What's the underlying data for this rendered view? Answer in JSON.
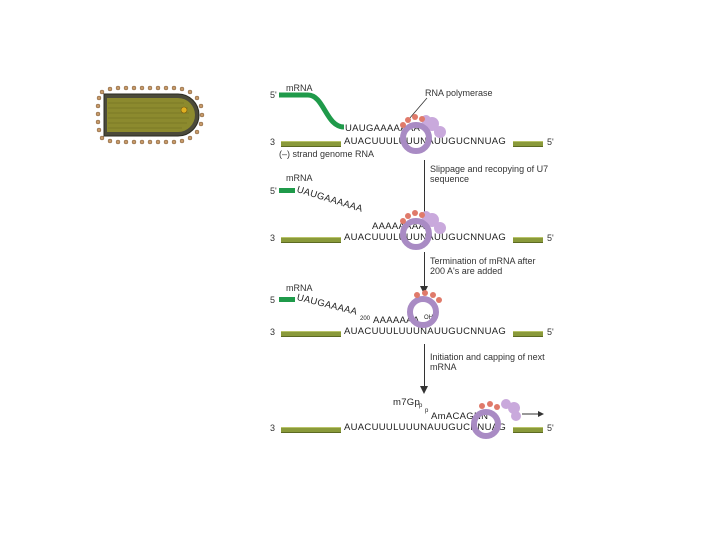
{
  "panels": [
    {
      "mrna_label": "mRNA",
      "five_prime": "5'",
      "pol_label": "RNA polymerase",
      "mrna_seq": "UAUGAAAAAAA",
      "template_seq": "AUACUUULUUUNAUUGUCNNUAG",
      "three_prime": "3",
      "end_five": "5'",
      "strand_label": "(–) strand genome RNA"
    },
    {
      "mrna_label": "mRNA",
      "five_prime": "5'",
      "mrna_seq_a": "UAUGAAAAAA",
      "mrna_seq_b": "AAAAAAAA",
      "template_seq": "AUACUUULUUUNAUUGUCNNUAG",
      "three_prime": "3",
      "end_five": "5'"
    },
    {
      "mrna_label": "mRNA",
      "five_prime": "5",
      "mrna_seq_a": "UAUGAAAAA",
      "sub_200": "200",
      "mrna_seq_b": "AAAAAAA",
      "oh_label": "OH",
      "template_seq": "AUACUUULUUUNAUUGUCNNUAG",
      "three_prime": "3",
      "end_five": "5'"
    },
    {
      "cap_label": "m7Gp",
      "cap_sub1": "p",
      "cap_sub2": "p",
      "cap_seq": "AmACAGNN",
      "template_seq": "AUACUUULUUUNAUUGUCNNUAG",
      "three_prime": "3",
      "end_five": "5'"
    }
  ],
  "steps": [
    "Slippage and recopying of U7 sequence",
    "Termination of mRNA after 200 A's are added",
    "Initiation and capping of next mRNA"
  ],
  "colors": {
    "genome_strand": "#8a9a3a",
    "mrna": "#1f9a4a",
    "polymerase_ring": "#a98bc4",
    "polymerase_bumps": "#e07a6a",
    "virion_body": "#8c8a2e"
  }
}
